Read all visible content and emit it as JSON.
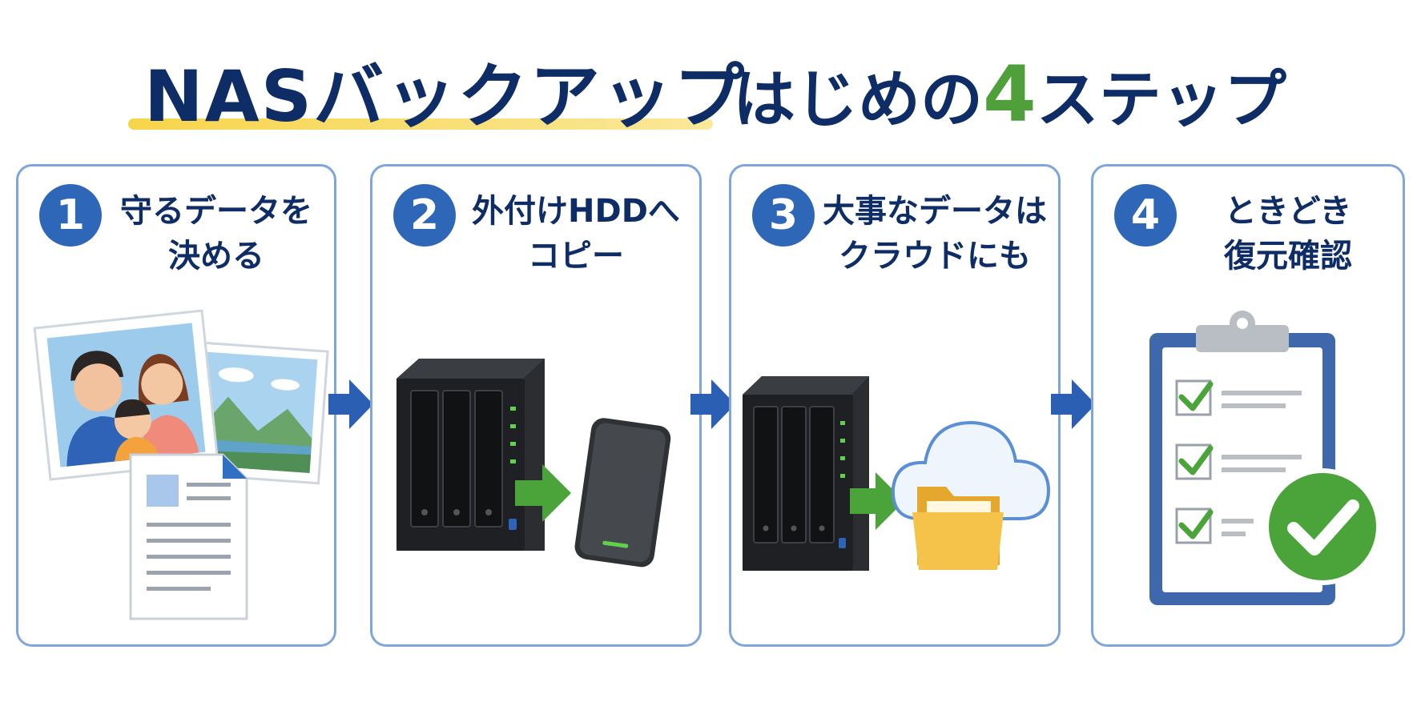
{
  "title": {
    "part1": "NASバックアップ",
    "part2_pre": "はじめの",
    "part2_num": "4",
    "part2_post": "ステップ"
  },
  "steps": [
    {
      "number": "1",
      "label": "守るデータを\n決める"
    },
    {
      "number": "2",
      "label": "外付けHDDへ\nコピー"
    },
    {
      "number": "3",
      "label": "大事なデータは\nクラウドにも"
    },
    {
      "number": "4",
      "label": "ときどき\n復元確認"
    }
  ],
  "colors": {
    "title": "#0e2d66",
    "accent_green": "#4f9f3a",
    "badge_blue": "#2e67b7",
    "card_border": "#7fa6dc",
    "arrow_blue": "#2a5fb3",
    "highlight_yellow": "#f7d54a"
  },
  "icons": {
    "step1": [
      "family-photo-icon",
      "landscape-photo-icon",
      "document-icon"
    ],
    "step2": [
      "nas-device-icon",
      "green-arrow-icon",
      "external-hdd-icon"
    ],
    "step3": [
      "nas-device-icon",
      "green-arrow-icon",
      "cloud-icon",
      "folder-icon"
    ],
    "step4": [
      "clipboard-checklist-icon",
      "check-circle-icon"
    ]
  }
}
